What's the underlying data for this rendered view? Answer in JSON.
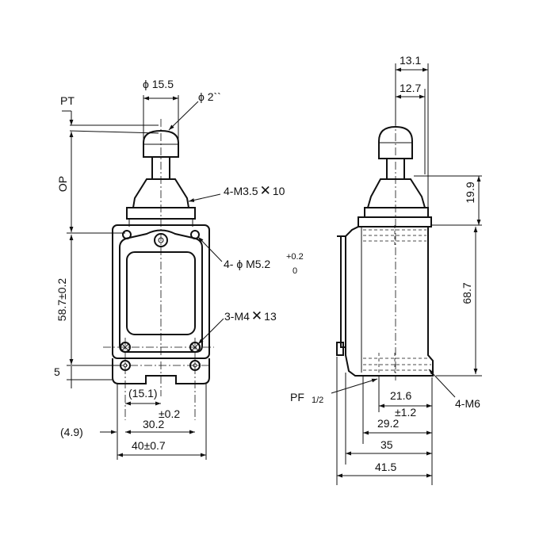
{
  "front_view": {
    "labels": {
      "pt": "PT",
      "op": "OP",
      "roller_dia": "ϕ 15.5",
      "plunger_dia": "ϕ 2``",
      "cover_screws": "4-M3.5",
      "cover_screws_len": "10",
      "mount_holes_prefix": "4- ϕ M5.2",
      "mount_tol_upper": "+0.2",
      "mount_tol_lower": "0",
      "base_screws": "3-M4",
      "base_screws_len": "13",
      "height": "58.7±0.2",
      "foot": "5",
      "hole_pitch_ref": "(15.1)",
      "hole_pitch": "30.2",
      "hole_pitch_tol": "±0.2",
      "edge_offset": "(4.9)",
      "width": "40±0.7"
    }
  },
  "side_view": {
    "labels": {
      "top_13_1": "13.1",
      "top_12_7": "12.7",
      "head_height": "19.9",
      "body_height": "68.7",
      "conduit": "PF",
      "conduit_frac": "1/2",
      "base_thread": "4-M6",
      "dim_21_6": "21.6",
      "dim_29_2": "29.2",
      "dim_29_2_tol": "±1.2",
      "dim_35": "35",
      "dim_41_5": "41.5"
    }
  }
}
